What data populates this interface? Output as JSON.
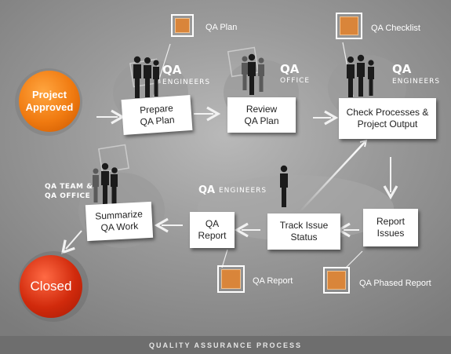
{
  "diagram": {
    "start": {
      "label": "Project\nApproved",
      "color": "#f07a10"
    },
    "end": {
      "label": "Closed",
      "color": "#d12a0c"
    },
    "steps": [
      {
        "id": "prepare",
        "label": "Prepare\nQA Plan"
      },
      {
        "id": "review",
        "label": "Review\nQA Plan"
      },
      {
        "id": "check",
        "label": "Check Processes &\nProject Output"
      },
      {
        "id": "report_issues",
        "label": "Report\nIssues"
      },
      {
        "id": "track",
        "label": "Track Issue\nStatus"
      },
      {
        "id": "qa_report",
        "label": "QA\nReport"
      },
      {
        "id": "summarize",
        "label": "Summarize\nQA Work"
      }
    ],
    "documents": [
      {
        "label": "QA Plan"
      },
      {
        "label": "QA Checklist"
      },
      {
        "label": "QA Report"
      },
      {
        "label": "QA Phased Report"
      }
    ],
    "teams": {
      "engineers_1": {
        "title": "QA",
        "sub": "ENGINEERS"
      },
      "office": {
        "title": "QA",
        "sub": "OFFICE"
      },
      "engineers_2": {
        "title": "QA",
        "sub": "ENGINEERS"
      },
      "engineers_3": {
        "title": "QA",
        "sub": "ENGINEERS"
      },
      "team_office": {
        "line1": "QA TEAM &",
        "line2": "QA OFFICE"
      }
    },
    "doc_color": "#d9853a",
    "footer": "QUALITY ASSURANCE PROCESS"
  }
}
